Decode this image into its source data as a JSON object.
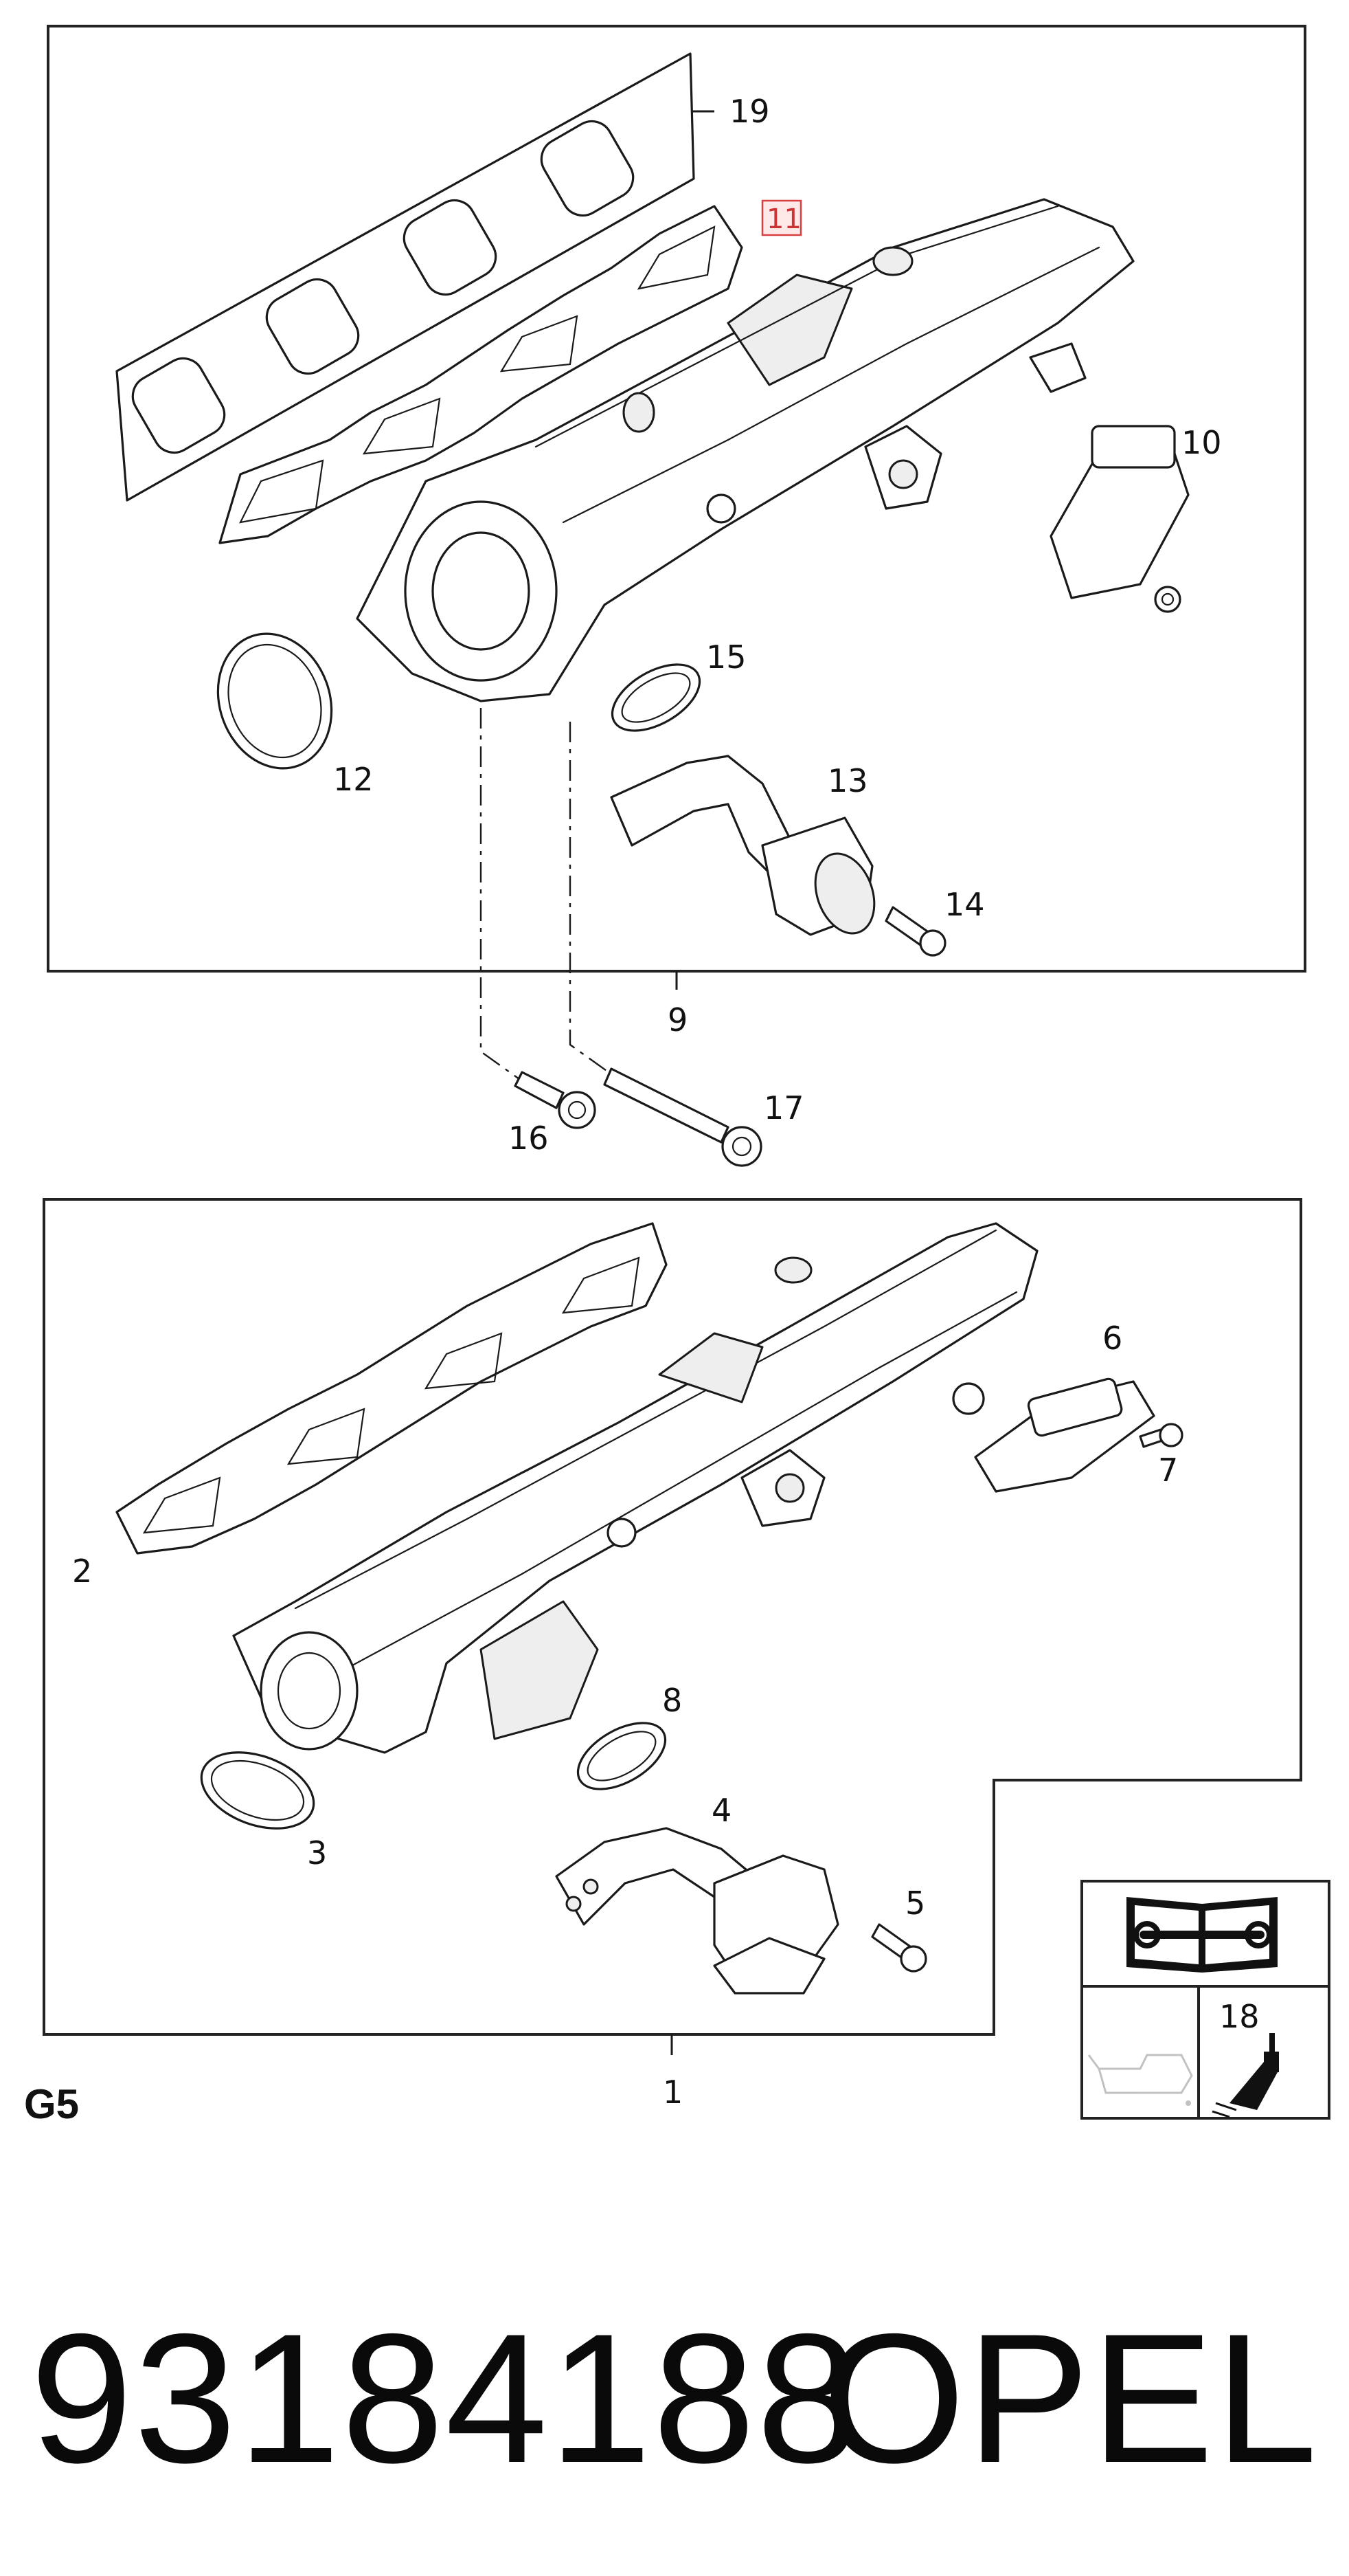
{
  "section_code": "G5",
  "part_number": "93184188",
  "brand": "OPEL",
  "highlighted_callout": "11",
  "colors": {
    "highlight": "#cc3333",
    "line": "#1a1a1a",
    "background": "#ffffff"
  },
  "upper_group": {
    "assembly_callout": "9",
    "callouts": [
      "19",
      "11",
      "10",
      "15",
      "12",
      "13",
      "14"
    ]
  },
  "fasteners": {
    "callouts": [
      "16",
      "17"
    ]
  },
  "lower_group": {
    "assembly_callout": "1",
    "callouts": [
      "6",
      "7",
      "2",
      "8",
      "3",
      "4",
      "5"
    ]
  },
  "info_panel": {
    "callout": "18",
    "icons": [
      "repair-manual-icon",
      "oil-can-icon",
      "sealant-tube-icon"
    ]
  }
}
